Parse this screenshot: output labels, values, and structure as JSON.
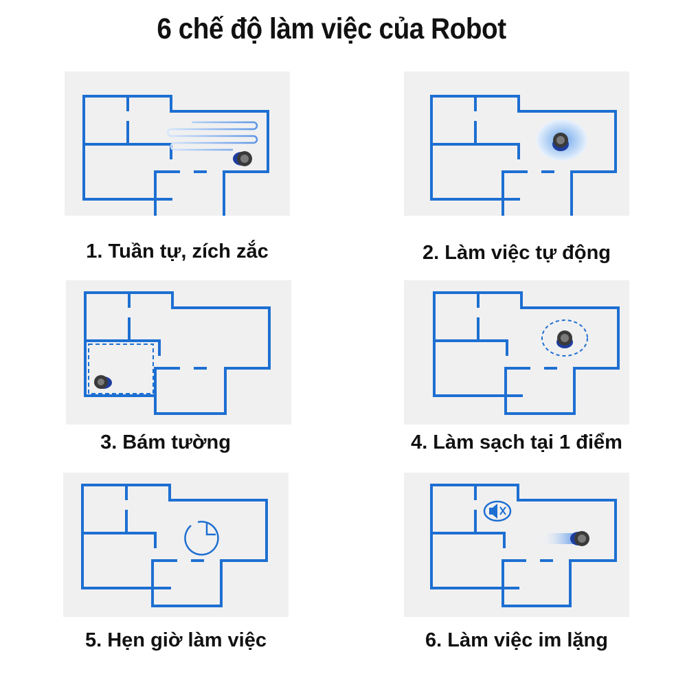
{
  "title": "6 chế độ làm việc của Robot",
  "modes": [
    {
      "label": "1. Tuần tự, zích zắc",
      "icon": "zigzag-path-icon"
    },
    {
      "label": "2. Làm việc tự động",
      "icon": "auto-glow-icon"
    },
    {
      "label": "3. Bám  tường",
      "icon": "wall-follow-icon"
    },
    {
      "label": "4. Làm sạch tại 1 điểm",
      "icon": "spot-clean-icon"
    },
    {
      "label": "5. Hẹn giờ làm việc",
      "icon": "clock-icon"
    },
    {
      "label": "6. Làm việc im lặng",
      "icon": "mute-icon"
    }
  ],
  "colors": {
    "wall": "#1d6fd1",
    "robot_body": "#3a3a3a",
    "robot_bumper": "#1d3d9e",
    "panel_bg": "#f0f0f1"
  }
}
